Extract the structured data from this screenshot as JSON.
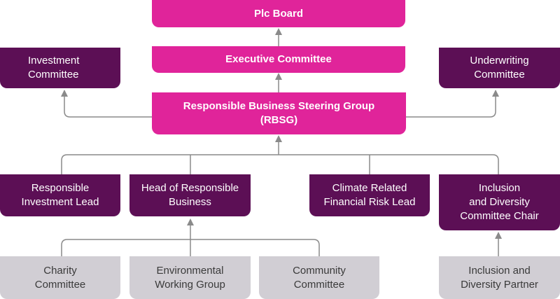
{
  "colors": {
    "pink": "#e0249a",
    "purple": "#5c0f55",
    "grey": "#d1ced4",
    "connector": "#8a8a8a"
  },
  "nodes": {
    "plc_board": "Plc Board",
    "executive_committee": "Executive Committee",
    "rbsg": "Responsible Business Steering Group\n(RBSG)",
    "investment_committee": "Investment\nCommittee",
    "underwriting_committee": "Underwriting\nCommittee",
    "responsible_investment_lead": "Responsible\nInvestment Lead",
    "head_responsible_business": "Head of Responsible\nBusiness",
    "climate_risk_lead": "Climate Related\nFinancial Risk Lead",
    "inclusion_diversity_chair": "Inclusion\nand Diversity\nCommittee Chair",
    "charity_committee": "Charity\nCommittee",
    "environmental_working_group": "Environmental\nWorking Group",
    "community_committee": "Community\nCommittee",
    "inclusion_diversity_partner": "Inclusion and\nDiversity Partner"
  }
}
